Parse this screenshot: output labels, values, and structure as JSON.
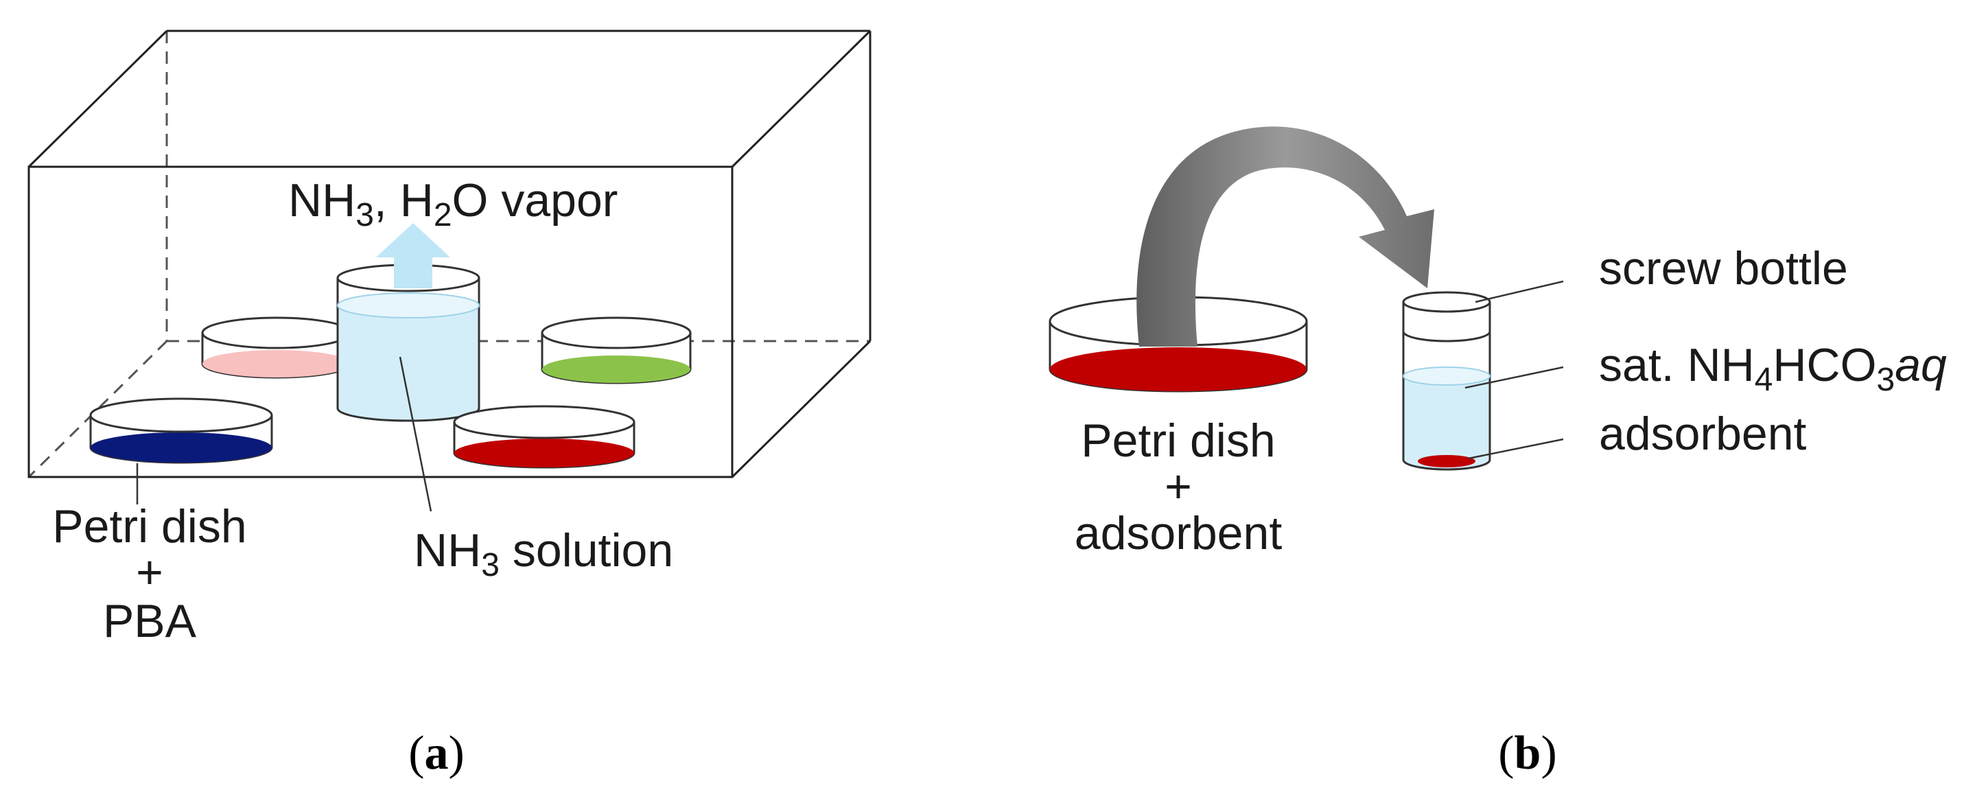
{
  "panel_a": {
    "vapor_label": {
      "pre": "NH",
      "sub1": "3",
      "mid": ", H",
      "sub2": "2",
      "post": "O vapor"
    },
    "solution_label": {
      "pre": "NH",
      "sub": "3",
      "post": " solution"
    },
    "dish_label": {
      "line1": "Petri dish",
      "line2": "+",
      "line3": "PBA"
    },
    "caption": {
      "open": "(",
      "letter": "a",
      "close": ")"
    },
    "colors": {
      "pink": "#f9c0c0",
      "green": "#8bc34a",
      "navy": "#0a1a7a",
      "red": "#c00000",
      "solution": "#d4eef9",
      "arrow": "#bfe6f7"
    }
  },
  "panel_b": {
    "dish_label": {
      "line1": "Petri dish",
      "line2": "+",
      "line3": "adsorbent"
    },
    "screw_bottle_label": "screw bottle",
    "solution_label": {
      "pre": "sat. NH",
      "sub1": "4",
      "mid": "HCO",
      "sub2": "3",
      "italic": "aq"
    },
    "adsorbent_label": "adsorbent",
    "caption": {
      "open": "(",
      "letter": "b",
      "close": ")"
    },
    "colors": {
      "red": "#c00000",
      "arrow": "#8a8a8a",
      "liquid": "#d4eef9"
    }
  }
}
